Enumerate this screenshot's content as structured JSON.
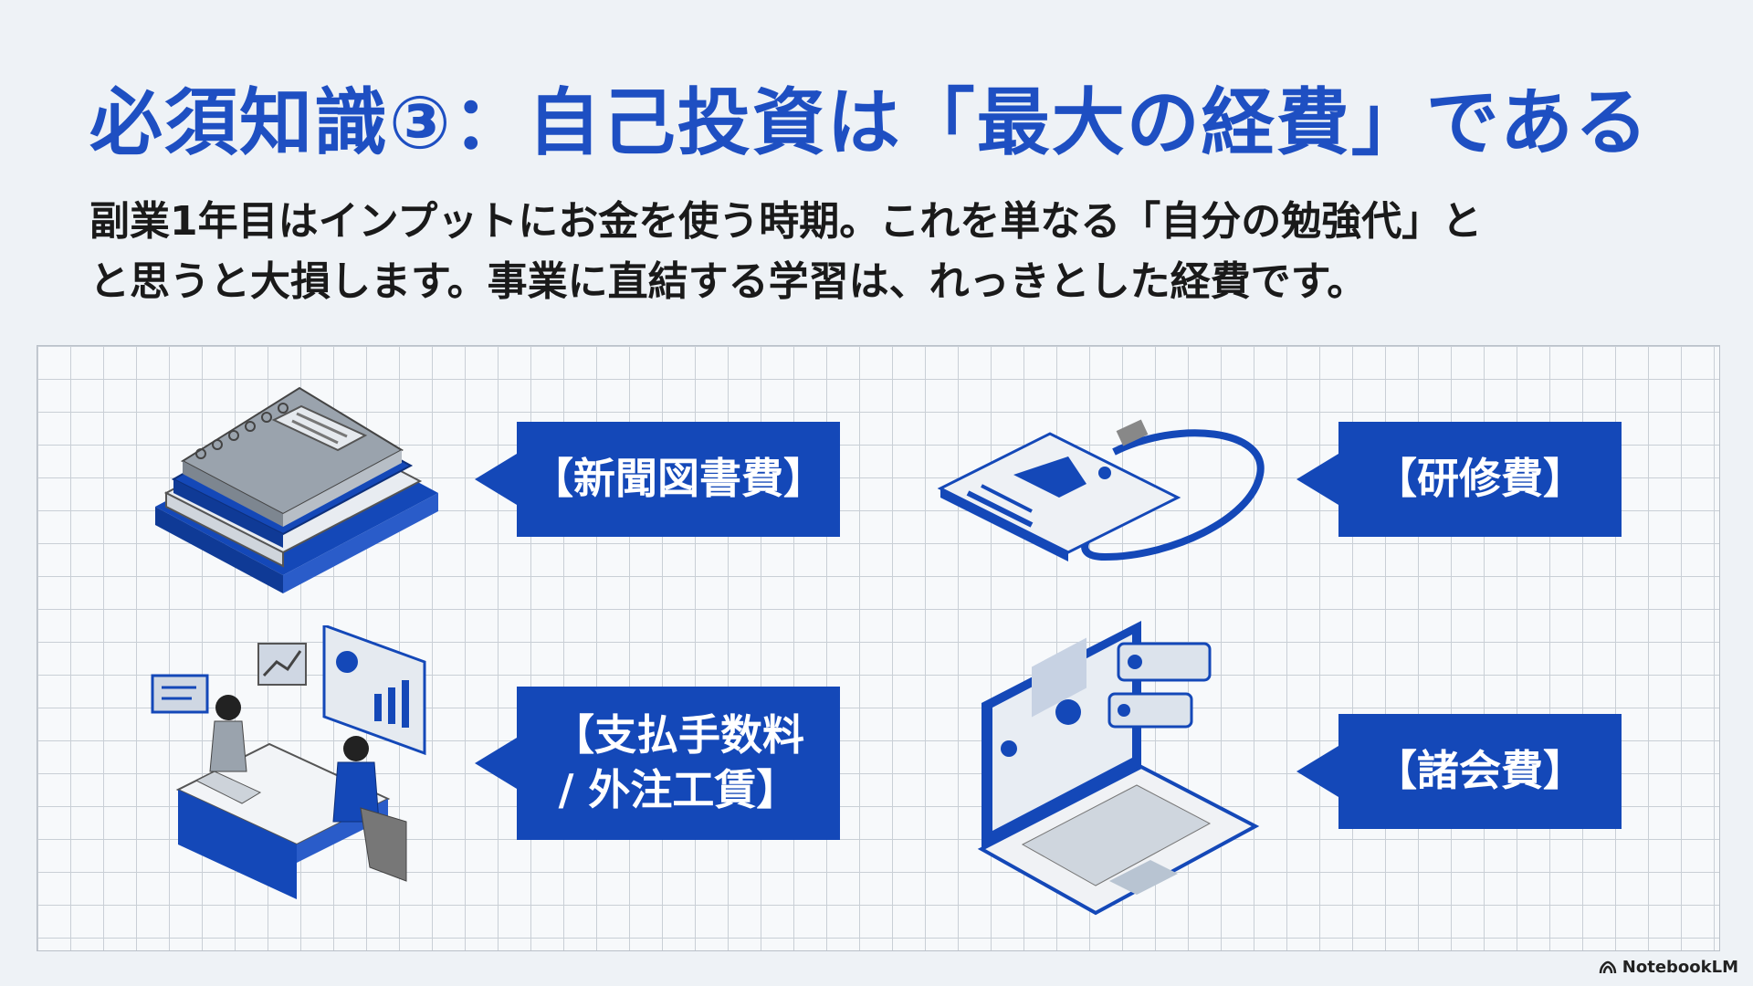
{
  "slide": {
    "title": "必須知識③：自己投資は「最大の経費」である",
    "subtitle_line1": "副業1年目はインプットにお金を使う時期。これを単なる「自分の勉強代」と",
    "subtitle_line2": "と思うと大損します。事業に直結する学習は、れっきとした経費です。"
  },
  "items": [
    {
      "label": "【新聞図書費】",
      "icon": "books-icon"
    },
    {
      "label": "【研修費】",
      "icon": "id-badge-icon"
    },
    {
      "label": "【支払手数料\n/ 外注工賃】",
      "icon": "consulting-icon"
    },
    {
      "label": "【諸会費】",
      "icon": "laptop-community-icon"
    }
  ],
  "brand": {
    "name": "NotebookLM",
    "icon": "notebooklm-logo-icon"
  },
  "colors": {
    "accent": "#1448b8",
    "title": "#1e4fc2",
    "background": "#eef2f6",
    "grid": "#c9cfd6"
  }
}
